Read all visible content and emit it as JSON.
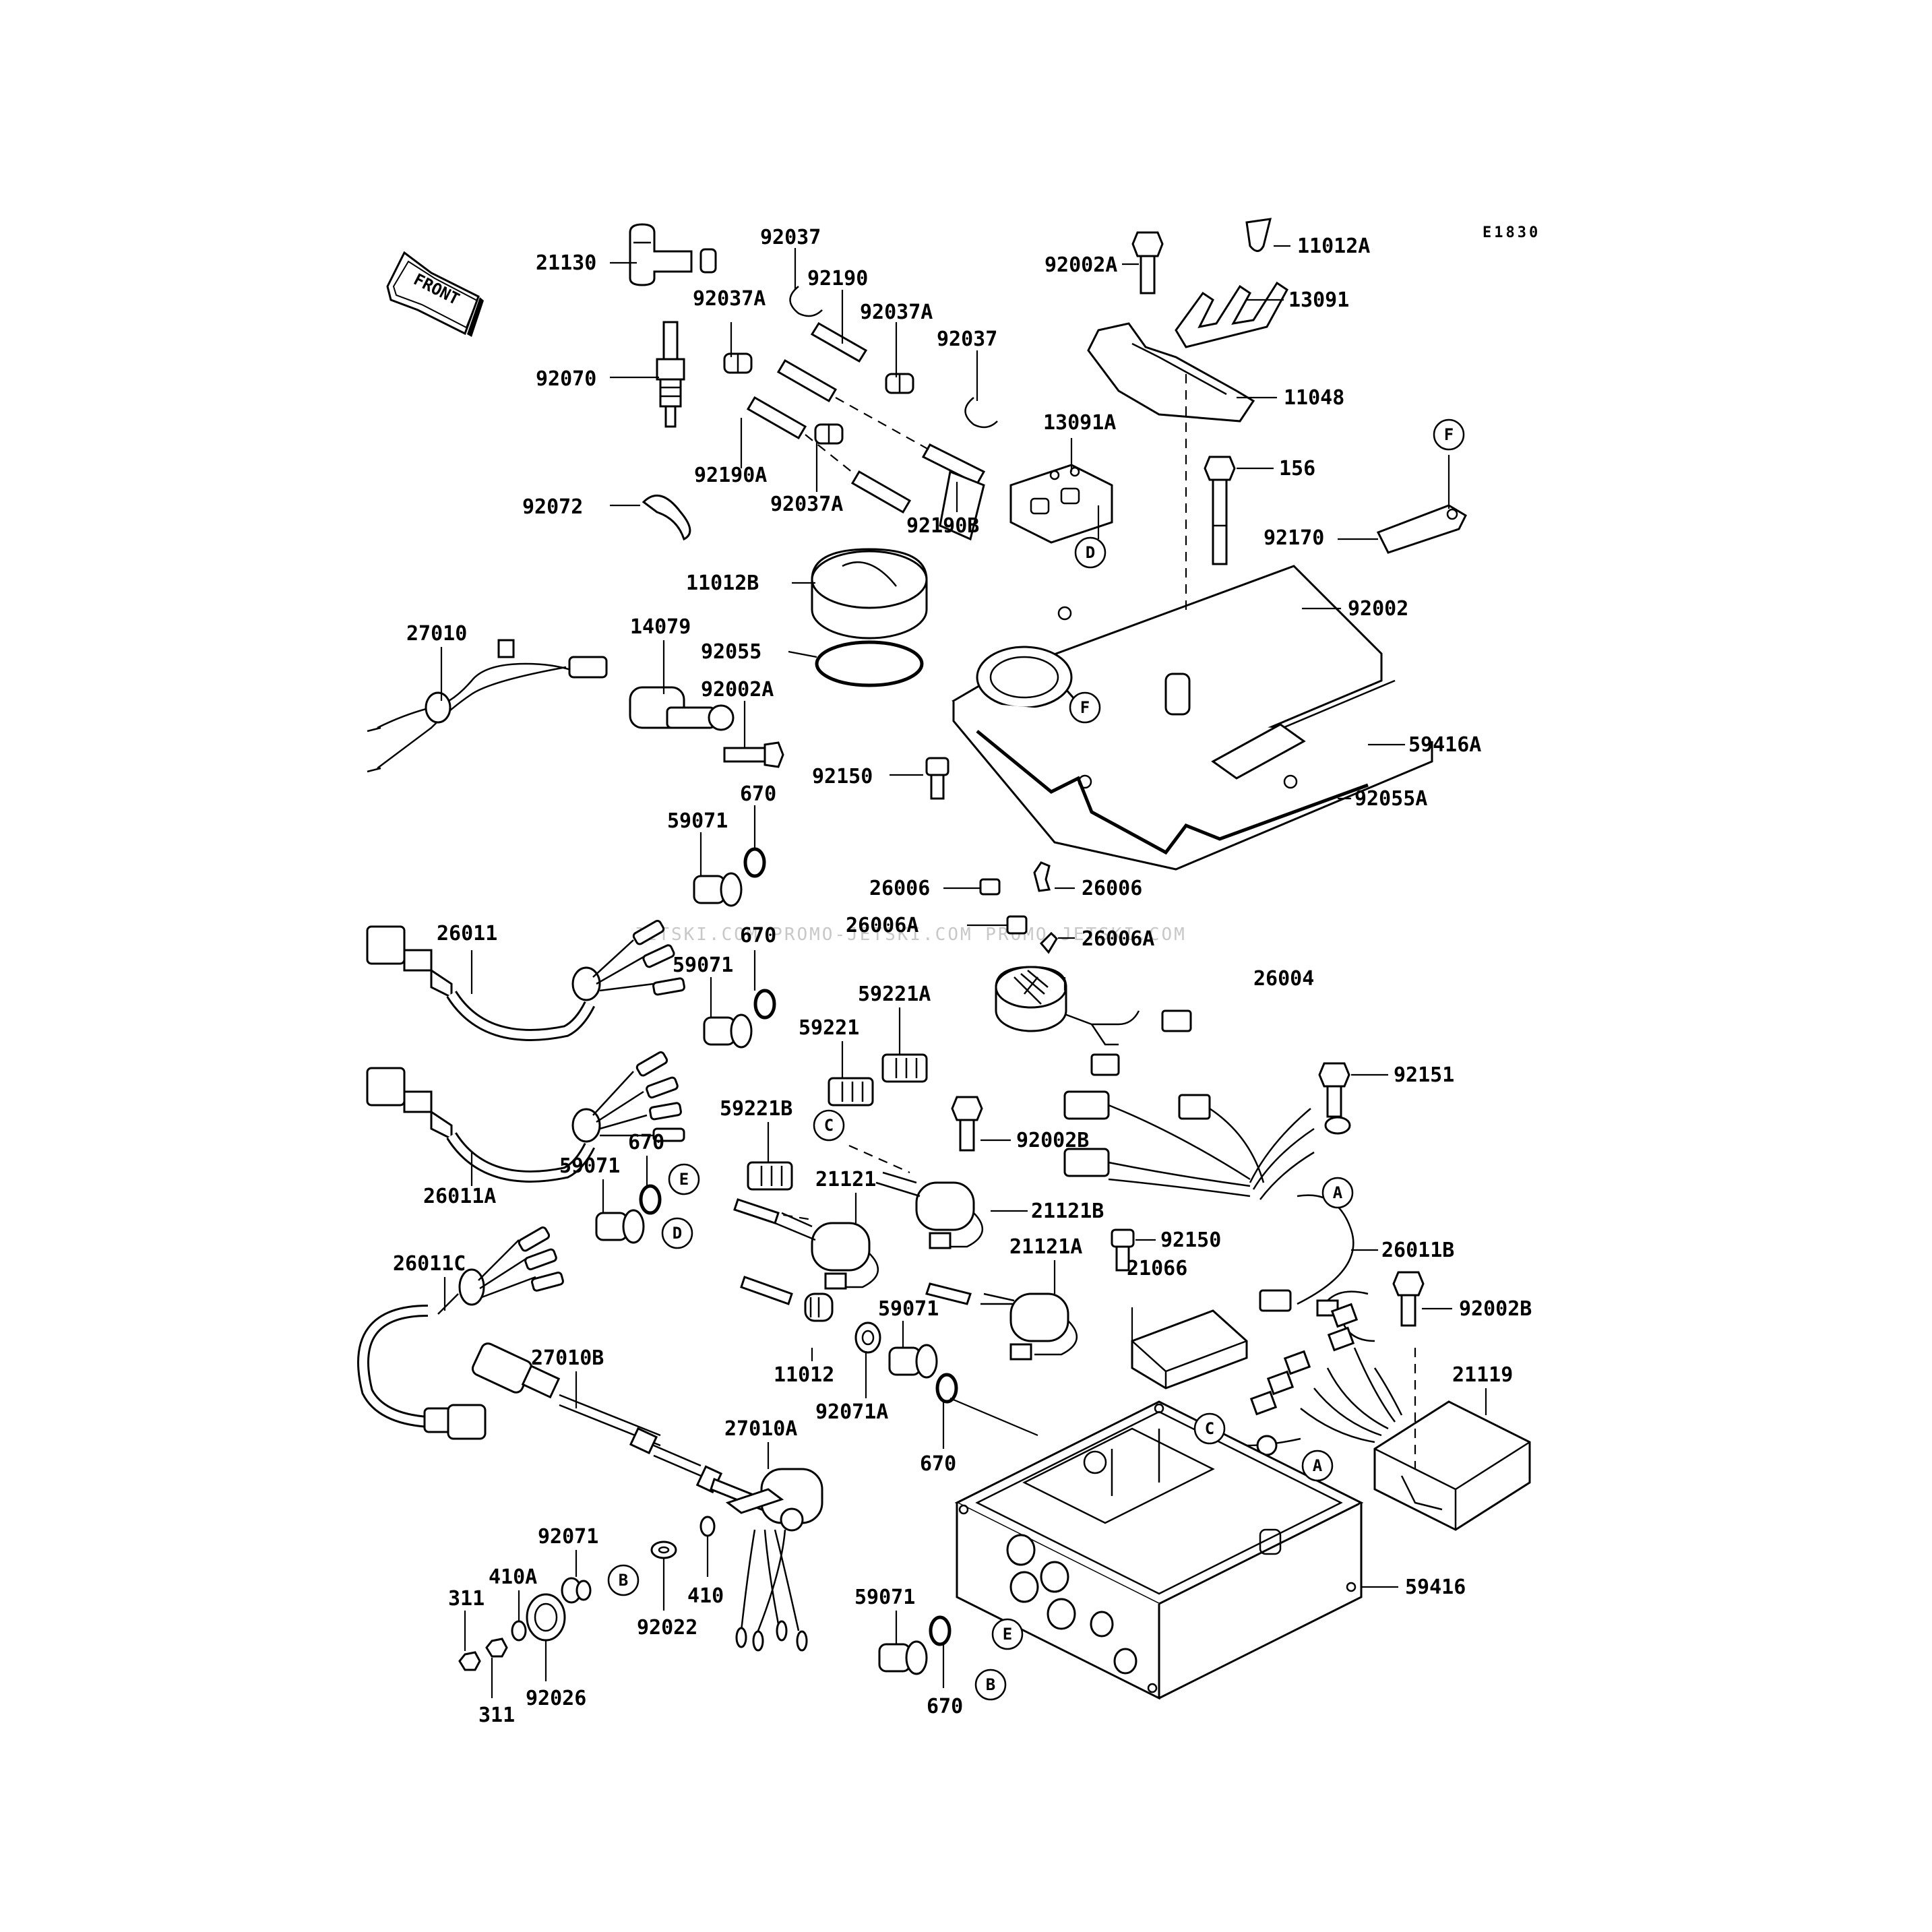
{
  "diagram_code": "E1830",
  "front_label": "FRONT",
  "watermark": "JETSKI.COM  PROMO-JETSKI.COM PROMO-JETSKI.COM",
  "part_numbers": [
    "21130",
    "92037",
    "92190",
    "92037A",
    "92037A",
    "92037",
    "92070",
    "92190A",
    "92037A",
    "92190B",
    "92072",
    "13091A",
    "92002A",
    "11012A",
    "13091",
    "11048",
    "156",
    "92170",
    "11012B",
    "92055",
    "92002",
    "59416A",
    "92055A",
    "27010",
    "14079",
    "92002A",
    "92150",
    "670",
    "59071",
    "26006",
    "26006",
    "26006A",
    "26006A",
    "26011",
    "670",
    "59071",
    "26004",
    "59221A",
    "59221",
    "92151",
    "59221B",
    "92002B",
    "670",
    "59071",
    "21121",
    "21121B",
    "26011A",
    "21121A",
    "92150",
    "26011B",
    "21066",
    "26011C",
    "92002B",
    "59071",
    "27010B",
    "11012",
    "92071A",
    "21119",
    "670",
    "27010A",
    "92071",
    "410A",
    "410",
    "92022",
    "311",
    "92026",
    "311",
    "59071",
    "59416",
    "670"
  ],
  "reference_marks": [
    "F",
    "D",
    "F",
    "C",
    "E",
    "D",
    "A",
    "C",
    "A",
    "B",
    "E",
    "B"
  ]
}
